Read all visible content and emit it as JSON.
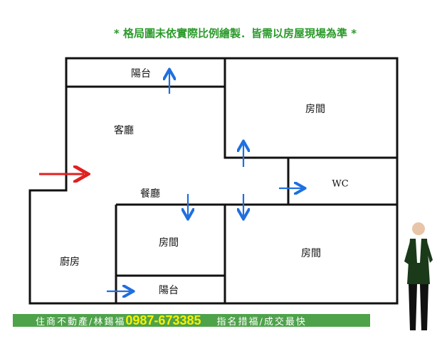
{
  "note": "* 格局圖未依實際比例繪製．皆需以房屋現場為準 *",
  "rooms": {
    "balcony_top": "陽台",
    "living": "客廳",
    "dining": "餐廳",
    "bedroom_top_right": "房間",
    "wc": "WC",
    "bedroom_bottom_left": "房間",
    "bedroom_bottom_right": "房間",
    "kitchen": "廚房",
    "balcony_bottom": "陽台"
  },
  "footer": {
    "agent": "住商不動產/林錫福",
    "phone": "0987-673385",
    "slogan": "指名措福/成交最快"
  },
  "colors": {
    "entry_arrow": "#e02020",
    "flow_arrow": "#1e6fe0",
    "banner": "#4ea24a",
    "note": "#2a9a2a"
  }
}
